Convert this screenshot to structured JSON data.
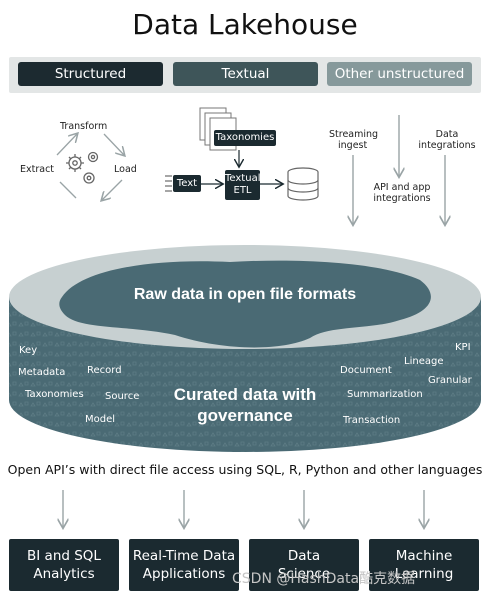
{
  "title": "Data Lakehouse",
  "sources": {
    "structured": "Structured",
    "textual": "Textual",
    "other": "Other unstructured"
  },
  "etl_cycle": {
    "transform": "Transform",
    "extract": "Extract",
    "load": "Load"
  },
  "textual_flow": {
    "taxonomies": "Taxonomies",
    "text": "Text",
    "textual_etl_line1": "Textual",
    "textual_etl_line2": "ETL"
  },
  "ingest": {
    "streaming_line1": "Streaming",
    "streaming_line2": "ingest",
    "api_line1": "API and app",
    "api_line2": "integrations",
    "data_line1": "Data",
    "data_line2": "integrations"
  },
  "lake": {
    "raw": "Raw data in open file formats",
    "curated_line1": "Curated data with",
    "curated_line2": "governance",
    "left_terms": {
      "key": "Key",
      "metadata": "Metadata",
      "record": "Record",
      "taxonomies": "Taxonomies",
      "source": "Source",
      "model": "Model"
    },
    "right_terms": {
      "kpi": "KPI",
      "lineage": "Lineage",
      "document": "Document",
      "granular": "Granular",
      "summarization": "Summarization",
      "transaction": "Transaction"
    }
  },
  "api_text": "Open API’s with direct file access using SQL, R, Python and other languages",
  "consumers": {
    "bi_line1": "BI and SQL",
    "bi_line2": "Analytics",
    "rt_line1": "Real-Time Data",
    "rt_line2": "Applications",
    "ds_line1": "Data",
    "ds_line2": "Science",
    "ml_line1": "Machine",
    "ml_line2": "Learning"
  },
  "watermark": "CSDN @HashData酷克数据",
  "colors": {
    "dark": "#1b2a30",
    "teal": "#3e5559",
    "grey": "#86999b",
    "lake": "#4a6a74",
    "lake_light": "#c7d0d1"
  }
}
